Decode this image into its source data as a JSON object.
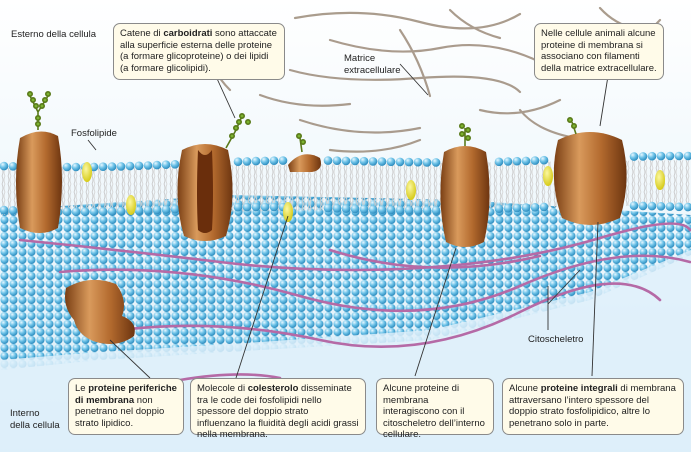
{
  "regions": {
    "outside": "Esterno della cellula",
    "inside_line1": "Interno",
    "inside_line2": "della cellula"
  },
  "labels": {
    "phospholipid": "Fosfolipide",
    "matrix_line1": "Matrice",
    "matrix_line2": "extracellulare",
    "cytoskeleton": "Citoscheletro"
  },
  "callouts": {
    "carbohydrates": {
      "p1": "Catene di ",
      "b1": "carboidrati",
      "p2": " sono attaccate alla superficie esterna delle proteine (a formare glicoproteine) o dei lipidi (a formare glicolipidi)."
    },
    "animal_cells": {
      "text": "Nelle cellule animali alcune proteine di membrana si associano con filamenti della matrice extracellulare."
    },
    "peripheral": {
      "p1": "Le ",
      "b1": "proteine periferiche di membrana",
      "p2": " non penetrano nel doppio strato lipidico."
    },
    "cholesterol": {
      "p1": "Molecole di ",
      "b1": "colesterolo",
      "p2": " disseminate tra le code dei fosfolipidi nello spessore del doppio strato influenzano la fluidità degli acidi grassi nella membrana."
    },
    "cytoskeleton_link": {
      "text": "Alcune proteine di membrana interagiscono con il citoscheletro dell’interno cellulare."
    },
    "integral": {
      "p1": "Alcune ",
      "b1": "proteine integrali",
      "p2": " di membrana attraversano l’intero spessore del doppio strato fosfolipidico, altre lo penetrano solo in parte."
    }
  },
  "colors": {
    "head_blue": "#6fc3e8",
    "protein_brown": "#a9652c",
    "cholesterol_yellow": "#e9e021",
    "cytoskeleton_purple": "#b56aa6",
    "matrix_fiber": "#9c8b7a",
    "callout_bg": "#fffbe9"
  }
}
